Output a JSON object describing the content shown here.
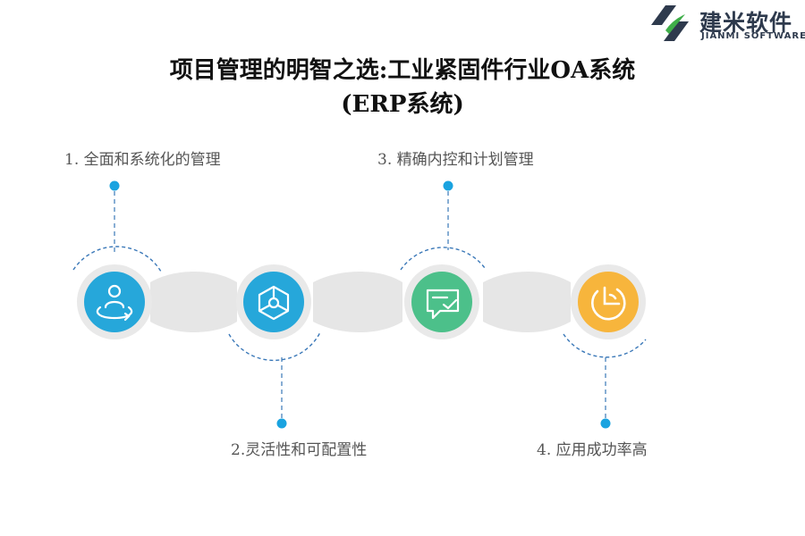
{
  "brand": {
    "name": "建米软件",
    "name_en": "JIANMI SOFTWARE"
  },
  "title": {
    "line1": "项目管理的明智之选:工业紧固件行业OA系统",
    "line2": "(ERP系统)"
  },
  "steps": [
    {
      "label": "1.  全面和系统化的管理",
      "icon": "person-orbit-icon",
      "color": "#26a7da"
    },
    {
      "label": "2.灵活性和可配置性",
      "icon": "hexagon-network-icon",
      "color": "#26a7da"
    },
    {
      "label": "3.  精确内控和计划管理",
      "icon": "chat-check-icon",
      "color": "#4cc08a"
    },
    {
      "label": "4.   应用成功率高",
      "icon": "pie-arc-icon",
      "color": "#f7b53c"
    }
  ],
  "colors": {
    "dot": "#1aa3e0",
    "dashed_line": "#3a78b8",
    "connector": "#e6e6e6"
  }
}
